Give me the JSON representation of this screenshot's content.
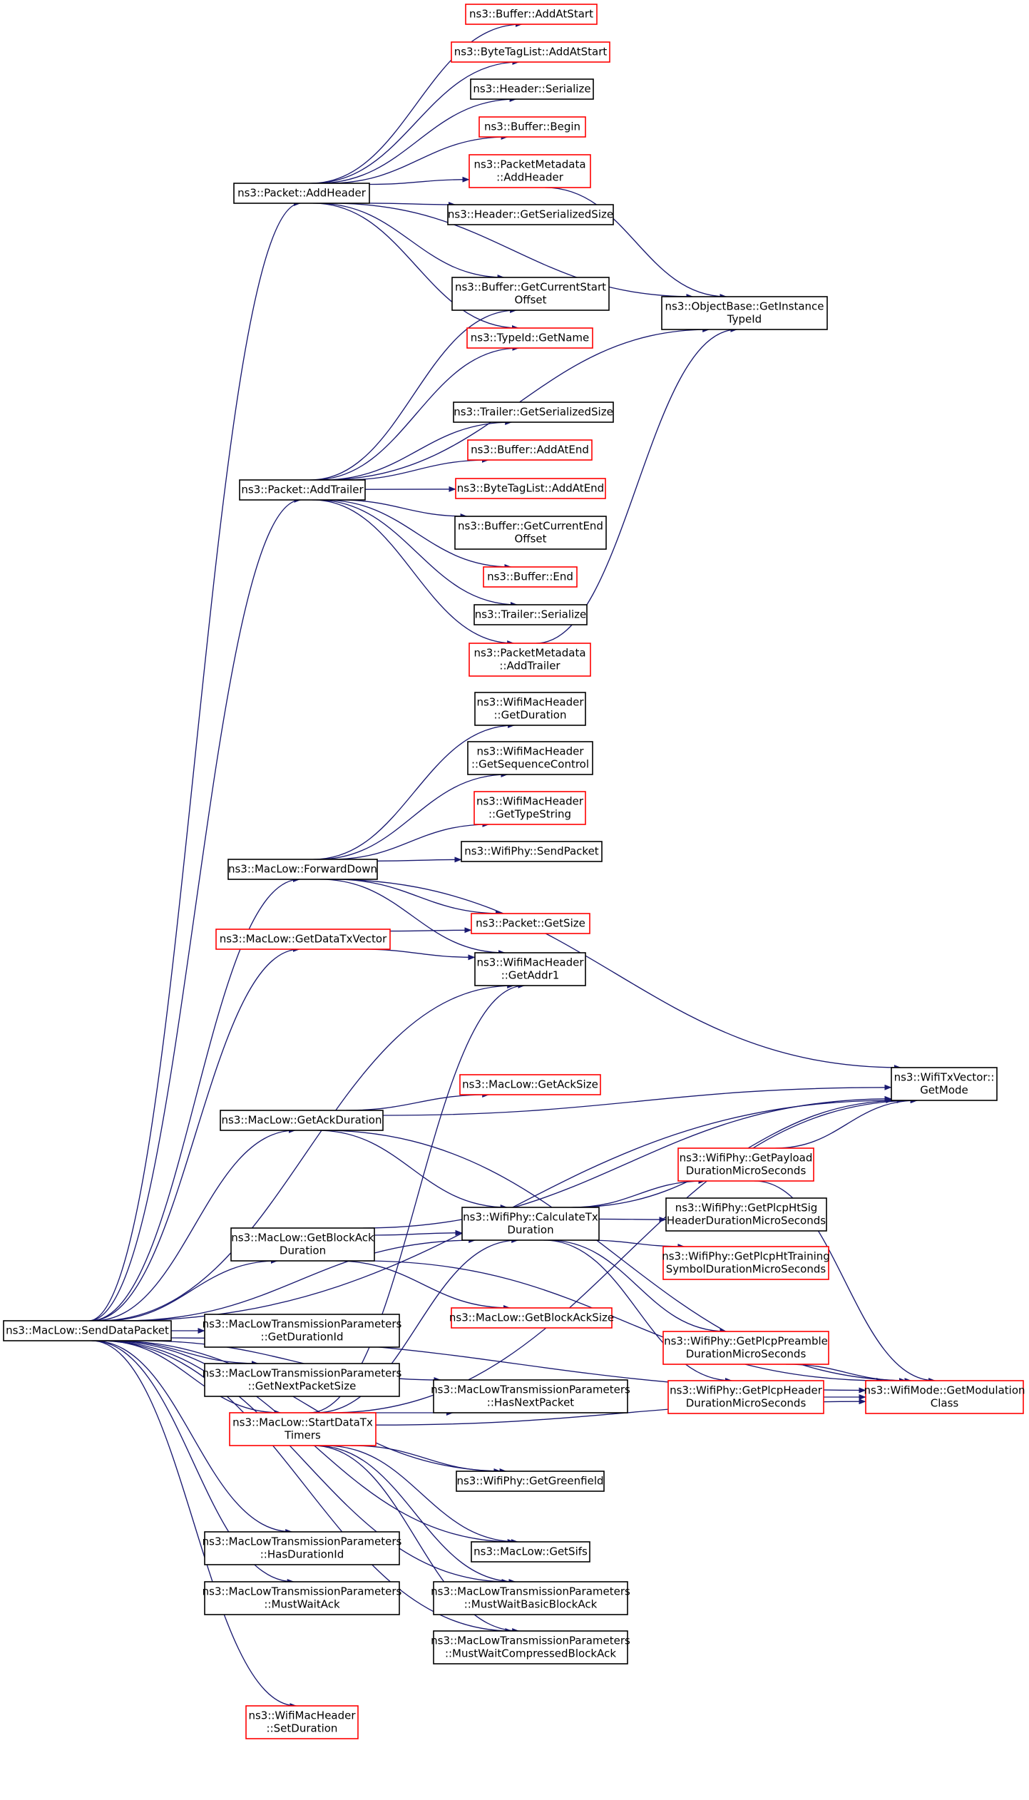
{
  "colors": {
    "edge": "#191970",
    "node_border": "#000000",
    "node_border_undocumented": "#ff0000",
    "root_fill": "#bfbfbf",
    "node_fill": "#ffffff"
  },
  "nodes": [
    {
      "id": "n0",
      "lines": [
        "ns3::MacLow::SendDataPacket"
      ],
      "style": "root"
    },
    {
      "id": "n1",
      "lines": [
        "ns3::Packet::AddHeader"
      ],
      "style": "normal"
    },
    {
      "id": "n2",
      "lines": [
        "ns3::Buffer::AddAtStart"
      ],
      "style": "red"
    },
    {
      "id": "n3",
      "lines": [
        "ns3::ByteTagList::AddAtStart"
      ],
      "style": "red"
    },
    {
      "id": "n4",
      "lines": [
        "ns3::Header::Serialize"
      ],
      "style": "normal"
    },
    {
      "id": "n5",
      "lines": [
        "ns3::Buffer::Begin"
      ],
      "style": "red"
    },
    {
      "id": "n6",
      "lines": [
        "ns3::PacketMetadata",
        "::AddHeader"
      ],
      "style": "red"
    },
    {
      "id": "n7",
      "lines": [
        "ns3::Header::GetSerializedSize"
      ],
      "style": "normal"
    },
    {
      "id": "n8",
      "lines": [
        "ns3::Buffer::GetCurrentStart",
        "Offset"
      ],
      "style": "normal"
    },
    {
      "id": "n9",
      "lines": [
        "ns3::ObjectBase::GetInstance",
        "TypeId"
      ],
      "style": "normal"
    },
    {
      "id": "n10",
      "lines": [
        "ns3::TypeId::GetName"
      ],
      "style": "red"
    },
    {
      "id": "n11",
      "lines": [
        "ns3::Trailer::GetSerializedSize"
      ],
      "style": "normal"
    },
    {
      "id": "n12",
      "lines": [
        "ns3::Packet::AddTrailer"
      ],
      "style": "normal"
    },
    {
      "id": "n13",
      "lines": [
        "ns3::Buffer::AddAtEnd"
      ],
      "style": "red"
    },
    {
      "id": "n14",
      "lines": [
        "ns3::ByteTagList::AddAtEnd"
      ],
      "style": "red"
    },
    {
      "id": "n15",
      "lines": [
        "ns3::Buffer::GetCurrentEnd",
        "Offset"
      ],
      "style": "normal"
    },
    {
      "id": "n16",
      "lines": [
        "ns3::Buffer::End"
      ],
      "style": "red"
    },
    {
      "id": "n17",
      "lines": [
        "ns3::Trailer::Serialize"
      ],
      "style": "normal"
    },
    {
      "id": "n18",
      "lines": [
        "ns3::PacketMetadata",
        "::AddTrailer"
      ],
      "style": "red"
    },
    {
      "id": "n19",
      "lines": [
        "ns3::WifiMacHeader",
        "::GetDuration"
      ],
      "style": "normal"
    },
    {
      "id": "n20",
      "lines": [
        "ns3::WifiMacHeader",
        "::GetSequenceControl"
      ],
      "style": "normal"
    },
    {
      "id": "n21",
      "lines": [
        "ns3::WifiMacHeader",
        "::GetTypeString"
      ],
      "style": "red"
    },
    {
      "id": "n22",
      "lines": [
        "ns3::WifiPhy::SendPacket"
      ],
      "style": "normal"
    },
    {
      "id": "n23",
      "lines": [
        "ns3::MacLow::ForwardDown"
      ],
      "style": "normal"
    },
    {
      "id": "n24",
      "lines": [
        "ns3::Packet::GetSize"
      ],
      "style": "red"
    },
    {
      "id": "n25",
      "lines": [
        "ns3::MacLow::GetDataTxVector"
      ],
      "style": "red"
    },
    {
      "id": "n26",
      "lines": [
        "ns3::WifiMacHeader",
        "::GetAddr1"
      ],
      "style": "normal"
    },
    {
      "id": "n27",
      "lines": [
        "ns3::WifiTxVector::",
        "GetMode"
      ],
      "style": "normal"
    },
    {
      "id": "n28",
      "lines": [
        "ns3::MacLow::GetAckSize"
      ],
      "style": "red"
    },
    {
      "id": "n29",
      "lines": [
        "ns3::MacLow::GetAckDuration"
      ],
      "style": "normal"
    },
    {
      "id": "n30",
      "lines": [
        "ns3::WifiPhy::GetPayload",
        "DurationMicroSeconds"
      ],
      "style": "red"
    },
    {
      "id": "n31",
      "lines": [
        "ns3::WifiPhy::GetPlcpHtSig",
        "HeaderDurationMicroSeconds"
      ],
      "style": "normal"
    },
    {
      "id": "n32",
      "lines": [
        "ns3::MacLow::GetBlockAck",
        "Duration"
      ],
      "style": "normal"
    },
    {
      "id": "n33",
      "lines": [
        "ns3::WifiPhy::CalculateTx",
        "Duration"
      ],
      "style": "normal"
    },
    {
      "id": "n34",
      "lines": [
        "ns3::WifiPhy::GetPlcpHtTraining",
        "SymbolDurationMicroSeconds"
      ],
      "style": "red"
    },
    {
      "id": "n35",
      "lines": [
        "ns3::MacLow::GetBlockAckSize"
      ],
      "style": "red"
    },
    {
      "id": "n36",
      "lines": [
        "ns3::MacLowTransmissionParameters",
        "::GetDurationId"
      ],
      "style": "normal"
    },
    {
      "id": "n37",
      "lines": [
        "ns3::WifiPhy::GetPlcpPreamble",
        "DurationMicroSeconds"
      ],
      "style": "red"
    },
    {
      "id": "n38",
      "lines": [
        "ns3::MacLowTransmissionParameters",
        "::GetNextPacketSize"
      ],
      "style": "normal"
    },
    {
      "id": "n39",
      "lines": [
        "ns3::MacLowTransmissionParameters",
        "::HasNextPacket"
      ],
      "style": "normal"
    },
    {
      "id": "n40",
      "lines": [
        "ns3::WifiPhy::GetPlcpHeader",
        "DurationMicroSeconds"
      ],
      "style": "red"
    },
    {
      "id": "n41",
      "lines": [
        "ns3::WifiMode::GetModulation",
        "Class"
      ],
      "style": "red"
    },
    {
      "id": "n42",
      "lines": [
        "ns3::MacLow::StartDataTx",
        "Timers"
      ],
      "style": "red"
    },
    {
      "id": "n43",
      "lines": [
        "ns3::WifiPhy::GetGreenfield"
      ],
      "style": "normal"
    },
    {
      "id": "n44",
      "lines": [
        "ns3::MacLowTransmissionParameters",
        "::HasDurationId"
      ],
      "style": "normal"
    },
    {
      "id": "n45",
      "lines": [
        "ns3::MacLow::GetSifs"
      ],
      "style": "normal"
    },
    {
      "id": "n46",
      "lines": [
        "ns3::MacLowTransmissionParameters",
        "::MustWaitAck"
      ],
      "style": "normal"
    },
    {
      "id": "n47",
      "lines": [
        "ns3::MacLowTransmissionParameters",
        "::MustWaitBasicBlockAck"
      ],
      "style": "normal"
    },
    {
      "id": "n48",
      "lines": [
        "ns3::MacLowTransmissionParameters",
        "::MustWaitCompressedBlockAck"
      ],
      "style": "normal"
    },
    {
      "id": "n49",
      "lines": [
        "ns3::WifiMacHeader",
        "::SetDuration"
      ],
      "style": "red"
    }
  ],
  "edges": [
    [
      "n0",
      "n1"
    ],
    [
      "n0",
      "n12"
    ],
    [
      "n0",
      "n23"
    ],
    [
      "n0",
      "n25"
    ],
    [
      "n0",
      "n26"
    ],
    [
      "n0",
      "n27"
    ],
    [
      "n0",
      "n29"
    ],
    [
      "n0",
      "n33"
    ],
    [
      "n0",
      "n32"
    ],
    [
      "n0",
      "n36"
    ],
    [
      "n0",
      "n38"
    ],
    [
      "n0",
      "n39"
    ],
    [
      "n0",
      "n42"
    ],
    [
      "n0",
      "n43"
    ],
    [
      "n0",
      "n44"
    ],
    [
      "n0",
      "n45"
    ],
    [
      "n0",
      "n46"
    ],
    [
      "n0",
      "n47"
    ],
    [
      "n0",
      "n48"
    ],
    [
      "n0",
      "n49"
    ],
    [
      "n0",
      "n41"
    ],
    [
      "n1",
      "n2"
    ],
    [
      "n1",
      "n3"
    ],
    [
      "n1",
      "n4"
    ],
    [
      "n1",
      "n5"
    ],
    [
      "n1",
      "n6"
    ],
    [
      "n1",
      "n7"
    ],
    [
      "n1",
      "n8"
    ],
    [
      "n1",
      "n9"
    ],
    [
      "n1",
      "n10"
    ],
    [
      "n6",
      "n9"
    ],
    [
      "n12",
      "n8"
    ],
    [
      "n12",
      "n10"
    ],
    [
      "n12",
      "n9"
    ],
    [
      "n12",
      "n11"
    ],
    [
      "n12",
      "n13"
    ],
    [
      "n12",
      "n14"
    ],
    [
      "n12",
      "n15"
    ],
    [
      "n12",
      "n16"
    ],
    [
      "n12",
      "n17"
    ],
    [
      "n12",
      "n18"
    ],
    [
      "n18",
      "n9"
    ],
    [
      "n23",
      "n19"
    ],
    [
      "n23",
      "n20"
    ],
    [
      "n23",
      "n21"
    ],
    [
      "n23",
      "n22"
    ],
    [
      "n23",
      "n24"
    ],
    [
      "n23",
      "n26"
    ],
    [
      "n23",
      "n27"
    ],
    [
      "n25",
      "n24"
    ],
    [
      "n25",
      "n26"
    ],
    [
      "n29",
      "n28"
    ],
    [
      "n29",
      "n27"
    ],
    [
      "n29",
      "n33"
    ],
    [
      "n29",
      "n41"
    ],
    [
      "n33",
      "n27"
    ],
    [
      "n33",
      "n30"
    ],
    [
      "n33",
      "n31"
    ],
    [
      "n33",
      "n34"
    ],
    [
      "n33",
      "n37"
    ],
    [
      "n33",
      "n40"
    ],
    [
      "n30",
      "n27"
    ],
    [
      "n30",
      "n41"
    ],
    [
      "n37",
      "n41"
    ],
    [
      "n40",
      "n41"
    ],
    [
      "n32",
      "n33"
    ],
    [
      "n32",
      "n35"
    ],
    [
      "n32",
      "n27"
    ],
    [
      "n32",
      "n41"
    ],
    [
      "n42",
      "n26"
    ],
    [
      "n42",
      "n33"
    ],
    [
      "n42",
      "n27"
    ],
    [
      "n42",
      "n39"
    ],
    [
      "n42",
      "n41"
    ],
    [
      "n42",
      "n43"
    ],
    [
      "n42",
      "n45"
    ],
    [
      "n42",
      "n47"
    ],
    [
      "n42",
      "n48"
    ]
  ]
}
